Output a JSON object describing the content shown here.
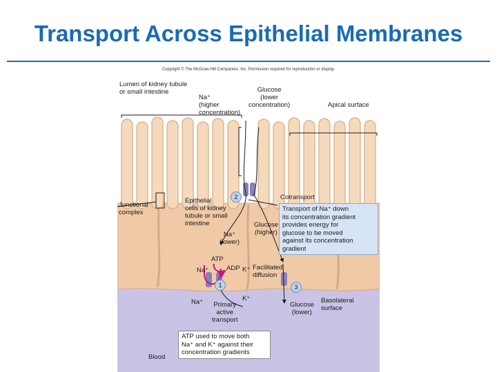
{
  "title": "Transport Across Epithelial Membranes",
  "copyright": "Copyright © The McGraw-Hill Companies, Inc. Permission required for reproduction or display.",
  "labels": {
    "lumen": "Lumen of kidney tubule\nor small intestine",
    "na_higher": "Na⁺\n(higher\nconcentration)",
    "glucose_lower": "Glucose\n(lower\nconcentration)",
    "apical_surface": "Apical surface",
    "junctional_complex": "Junctional\ncomplex",
    "epithelial_cells": "Epithelial\ncells of kidney\ntubule or small\nintestine",
    "step2": "2",
    "cotransport": "Cotransport",
    "cotransport_desc": "Transport of Na⁺ down\nits concentration gradient\nprovides energy for\nglucose to be moved\nagainst its concentration\ngradient",
    "glucose_higher": "Glucose\n(higher)",
    "na_lower": "Na⁺\n(lower)",
    "atp": "ATP",
    "adp": "ADP",
    "k_plus_1": "K⁺",
    "facilitated": "Facilitated\ndiffusion",
    "na_plus_1": "Na⁺",
    "step1": "1",
    "step3": "3",
    "na_plus_2": "Na⁺",
    "k_plus_2": "K⁺",
    "primary": "Primary\nactive\ntransport",
    "glucose_lower2": "Glucose\n(lower)",
    "basolateral": "Basolateral\nsurface",
    "atp_desc": "ATP used to move both\nNa⁺ and K⁺ against their\nconcentration gradients",
    "blood": "Blood"
  },
  "colors": {
    "title": "#1a6bb5",
    "cell": "#f5d9bc",
    "cell_edge": "#d7ab80",
    "cytoplasm": "#f0c9a6",
    "blood": "#c9c3e6",
    "pump": "#8b7fb8",
    "atp_arrow": "#c2187a",
    "callout": "#d6e4f5"
  }
}
